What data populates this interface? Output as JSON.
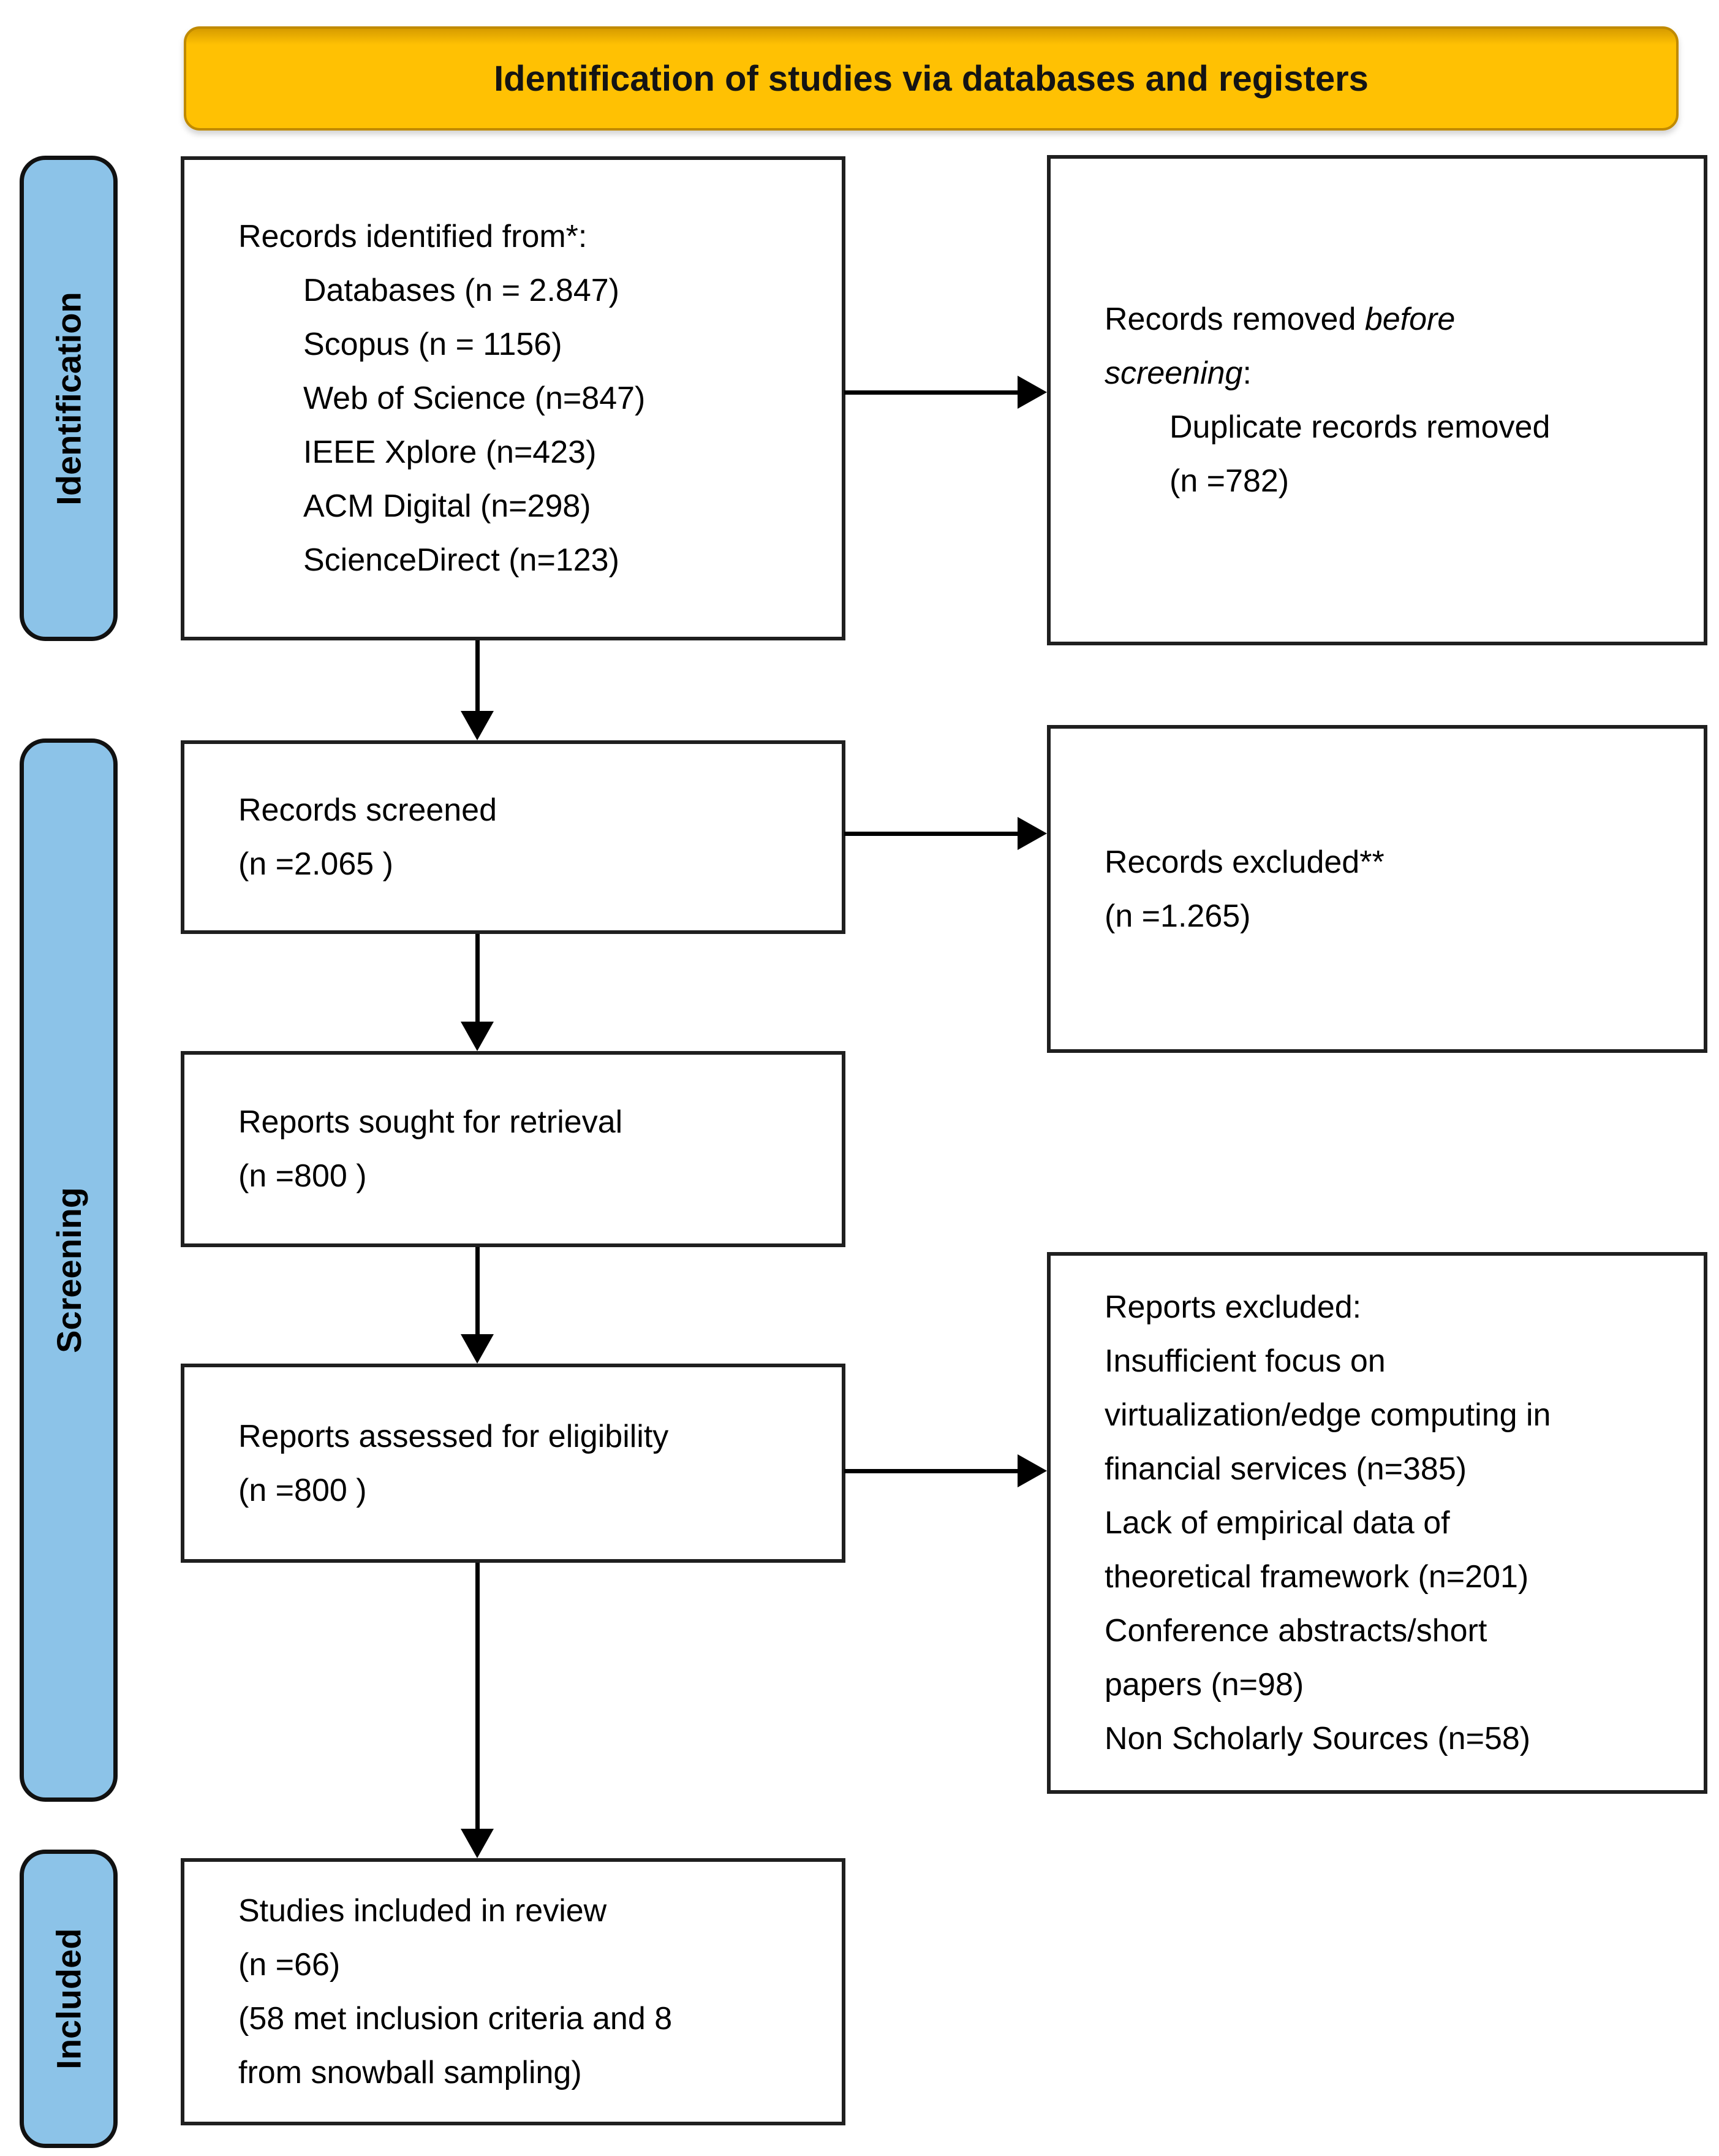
{
  "banner": {
    "title": "Identification of studies via databases and registers"
  },
  "colors": {
    "banner_fill": "#FFC103",
    "banner_edge": "#C08A00",
    "stage_fill": "#8CC3E8",
    "stage_border": "#111111",
    "box_border": "#1F1F1F",
    "arrow": "#000000",
    "text": "#000000"
  },
  "stages": {
    "identification": "Identification",
    "screening": "Screening",
    "included": "Included"
  },
  "boxes": {
    "records_identified": {
      "title": "Records identified from*:",
      "items": [
        "Databases (n = 2.847)",
        "Scopus (n = 1156)",
        "Web of Science (n=847)",
        "IEEE Xplore (n=423)",
        "ACM Digital (n=298)",
        "ScienceDirect (n=123)"
      ]
    },
    "records_removed": {
      "line1_normal": "Records removed ",
      "line1_italic": "before",
      "line2_italic": "screening",
      "line2_normal": ":",
      "items": [
        "Duplicate records removed",
        "(n =782)"
      ]
    },
    "records_screened": {
      "lines": [
        "Records screened",
        "(n =2.065 )"
      ]
    },
    "records_excluded": {
      "lines": [
        "Records excluded**",
        "(n =1.265)"
      ]
    },
    "reports_sought": {
      "lines": [
        "Reports sought for retrieval",
        "(n =800 )"
      ]
    },
    "reports_assessed": {
      "lines": [
        "Reports assessed for eligibility",
        "(n =800 )"
      ]
    },
    "reports_excluded": {
      "lines": [
        "Reports excluded:",
        "Insufficient focus on",
        "virtualization/edge computing in",
        "financial services (n=385)",
        "Lack of empirical data of",
        "theoretical framework (n=201)",
        "Conference abstracts/short",
        "papers (n=98)",
        "Non Scholarly Sources (n=58)"
      ]
    },
    "studies_included": {
      "lines": [
        "Studies included in review",
        "(n =66)",
        "(58 met inclusion criteria and 8",
        "from snowball sampling)"
      ]
    }
  }
}
